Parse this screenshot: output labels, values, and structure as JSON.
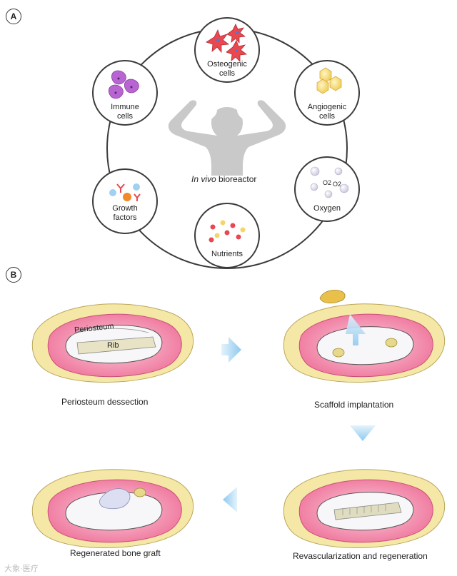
{
  "panel_a": {
    "badge": "A",
    "center_label_italic": "In vivo",
    "center_label_rest": " bioreactor",
    "nodes": [
      {
        "id": "osteogenic",
        "line1": "Osteogenic",
        "line2": "cells"
      },
      {
        "id": "angiogenic",
        "line1": "Angiogenic",
        "line2": "cells"
      },
      {
        "id": "oxygen",
        "line1": "Oxygen",
        "line2": ""
      },
      {
        "id": "nutrients",
        "line1": "Nutrients",
        "line2": ""
      },
      {
        "id": "growth",
        "line1": "Growth",
        "line2": "factors"
      },
      {
        "id": "immune",
        "line1": "Immune",
        "line2": "cells"
      }
    ],
    "oxygen_symbols": [
      "O2",
      "O2"
    ]
  },
  "panel_b": {
    "badge": "B",
    "label_periosteum": "Periosteum",
    "label_rib": "Rib",
    "captions": {
      "step1": "Periosteum dessection",
      "step2": "Scaffold implantation",
      "step3": "Revascularization and regeneration",
      "step4": "Regenerated bone graft"
    }
  },
  "colors": {
    "ring": "#3a3a3a",
    "silhouette": "#c9c9c9",
    "osteogenic": "#e8484f",
    "immune": "#b765d0",
    "angiogenic": "#f4d56a",
    "tissue_pink": "#f07aa0",
    "tissue_yellow": "#f5e7a6",
    "arrow_blue": "#9fd2f2"
  },
  "watermark": "大象·医疗"
}
